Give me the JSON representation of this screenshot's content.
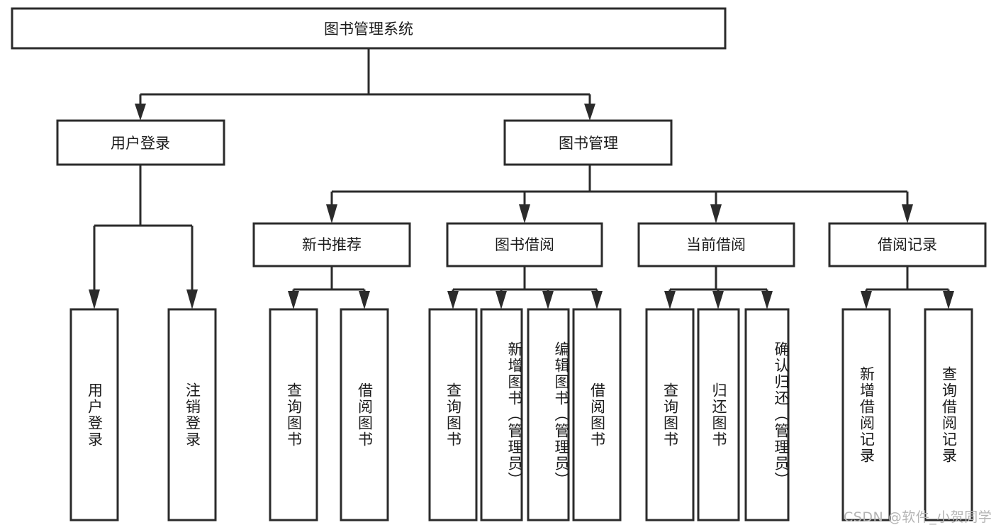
{
  "diagram": {
    "title": "图书管理系统",
    "type": "tree-hierarchy-chart",
    "root": {
      "label": "图书管理系统"
    },
    "level2": [
      {
        "label": "用户登录"
      },
      {
        "label": "图书管理"
      }
    ],
    "level3": [
      {
        "label": "新书推荐"
      },
      {
        "label": "图书借阅"
      },
      {
        "label": "当前借阅"
      },
      {
        "label": "借阅记录"
      }
    ],
    "leaves_user_login": [
      {
        "label": "用户登录"
      },
      {
        "label": "注销登录"
      }
    ],
    "leaves_new_book": [
      {
        "label": "查询图书"
      },
      {
        "label": "借阅图书"
      }
    ],
    "leaves_borrow": [
      {
        "label": "查询图书"
      },
      {
        "label": "新增图书（管理员）"
      },
      {
        "label": "编辑图书（管理员）"
      },
      {
        "label": "借阅图书"
      }
    ],
    "leaves_current": [
      {
        "label": "查询图书"
      },
      {
        "label": "归还图书"
      },
      {
        "label": "确认归还（管理员）"
      }
    ],
    "leaves_records": [
      {
        "label": "新增借阅记录"
      },
      {
        "label": "查询借阅记录"
      }
    ]
  },
  "watermark": {
    "text": "CSDN @软件_小贺同学"
  },
  "colors": {
    "stroke": "#2b2b2b",
    "fill": "#ffffff",
    "text": "#1a1a1a",
    "watermark": "#b4b4b4"
  }
}
